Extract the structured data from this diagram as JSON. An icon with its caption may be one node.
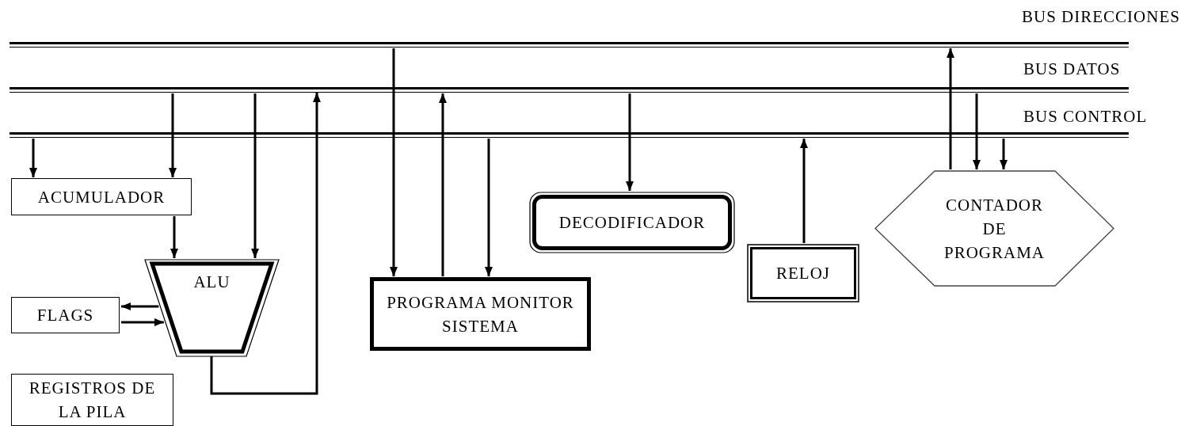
{
  "diagram": {
    "nodes": [
      {
        "text": [],
        "shape": "bar",
        "beside": [
          "BUS DIRECCIONES"
        ]
      },
      {
        "text": [],
        "shape": "bar",
        "beside": [
          "BUS DATOS"
        ]
      },
      {
        "text": [],
        "shape": "bar",
        "beside": [
          "BUS CONTROL"
        ]
      },
      {
        "text": [
          "ACUMULADOR"
        ]
      },
      {
        "text": [
          "ALU"
        ]
      },
      {
        "text": [
          "FLAGS"
        ]
      },
      {
        "text": [
          "REGISTROS DE LA PILA"
        ]
      },
      {
        "text": [
          "PROGRAMA MONITOR SISTEMA"
        ]
      },
      {
        "text": [
          "DECODIFICADOR"
        ]
      },
      {
        "text": [
          "RELOJ"
        ]
      },
      {
        "text": [
          "CONTADOR DE PROGRAMA"
        ]
      }
    ],
    "edges": [
      {
        "from": 2,
        "to": 3,
        "arrow": "to"
      },
      {
        "from": 1,
        "to": 3,
        "arrow": "to"
      },
      {
        "from": 1,
        "to": 4,
        "arrow": "to"
      },
      {
        "from": 3,
        "to": 4,
        "arrow": "to"
      },
      {
        "from": 4,
        "to": 1,
        "arrow": "to"
      },
      {
        "from": 4,
        "to": 5,
        "arrow": "to"
      },
      {
        "from": 5,
        "to": 4,
        "arrow": "to"
      },
      {
        "from": 0,
        "to": 7,
        "arrow": "to"
      },
      {
        "from": 7,
        "to": 1,
        "arrow": "to"
      },
      {
        "from": 2,
        "to": 7,
        "arrow": "to"
      },
      {
        "from": 1,
        "to": 8,
        "arrow": "to"
      },
      {
        "from": 9,
        "to": 2,
        "arrow": "to"
      },
      {
        "from": 10,
        "to": 0,
        "arrow": "to"
      },
      {
        "from": 1,
        "to": 10,
        "arrow": "to"
      },
      {
        "from": 2,
        "to": 10,
        "arrow": "to"
      }
    ]
  }
}
